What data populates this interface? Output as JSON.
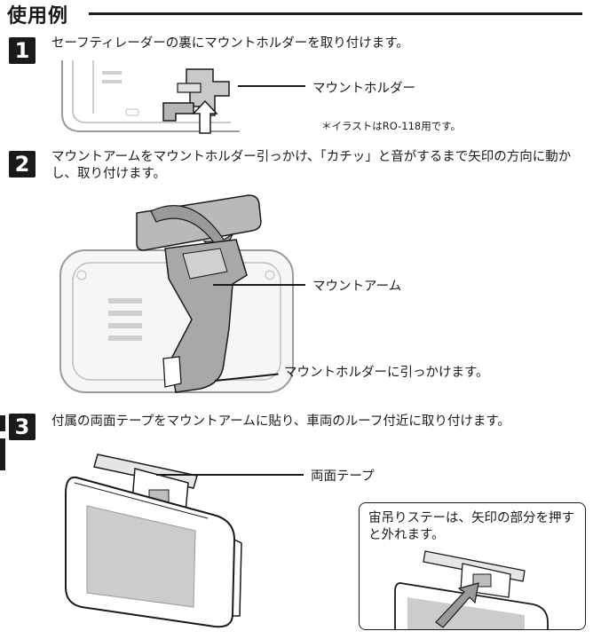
{
  "section": {
    "heading": "使用例"
  },
  "steps": [
    {
      "number": "1",
      "text": "セーフティレーダーの裏にマウントホルダーを取り付けます。"
    },
    {
      "number": "2",
      "text": "マウントアームをマウントホルダー引っかけ、「カチッ」と音がするまで矢印の方向に動かし、取り付けます。"
    },
    {
      "number": "3",
      "text": "付属の両面テープをマウントアームに貼り、車両のルーフ付近に取り付けます。"
    }
  ],
  "callouts": {
    "mount_holder": "マウントホルダー",
    "illustration_note": "＊イラストはRO-118用です。",
    "mount_arm": "マウントアーム",
    "hook_holder": "マウントホルダーに引っかけます。",
    "double_sided_tape": "両面テープ"
  },
  "inset": {
    "text": "宙吊りステーは、矢印の部分を押すと外れます。"
  }
}
